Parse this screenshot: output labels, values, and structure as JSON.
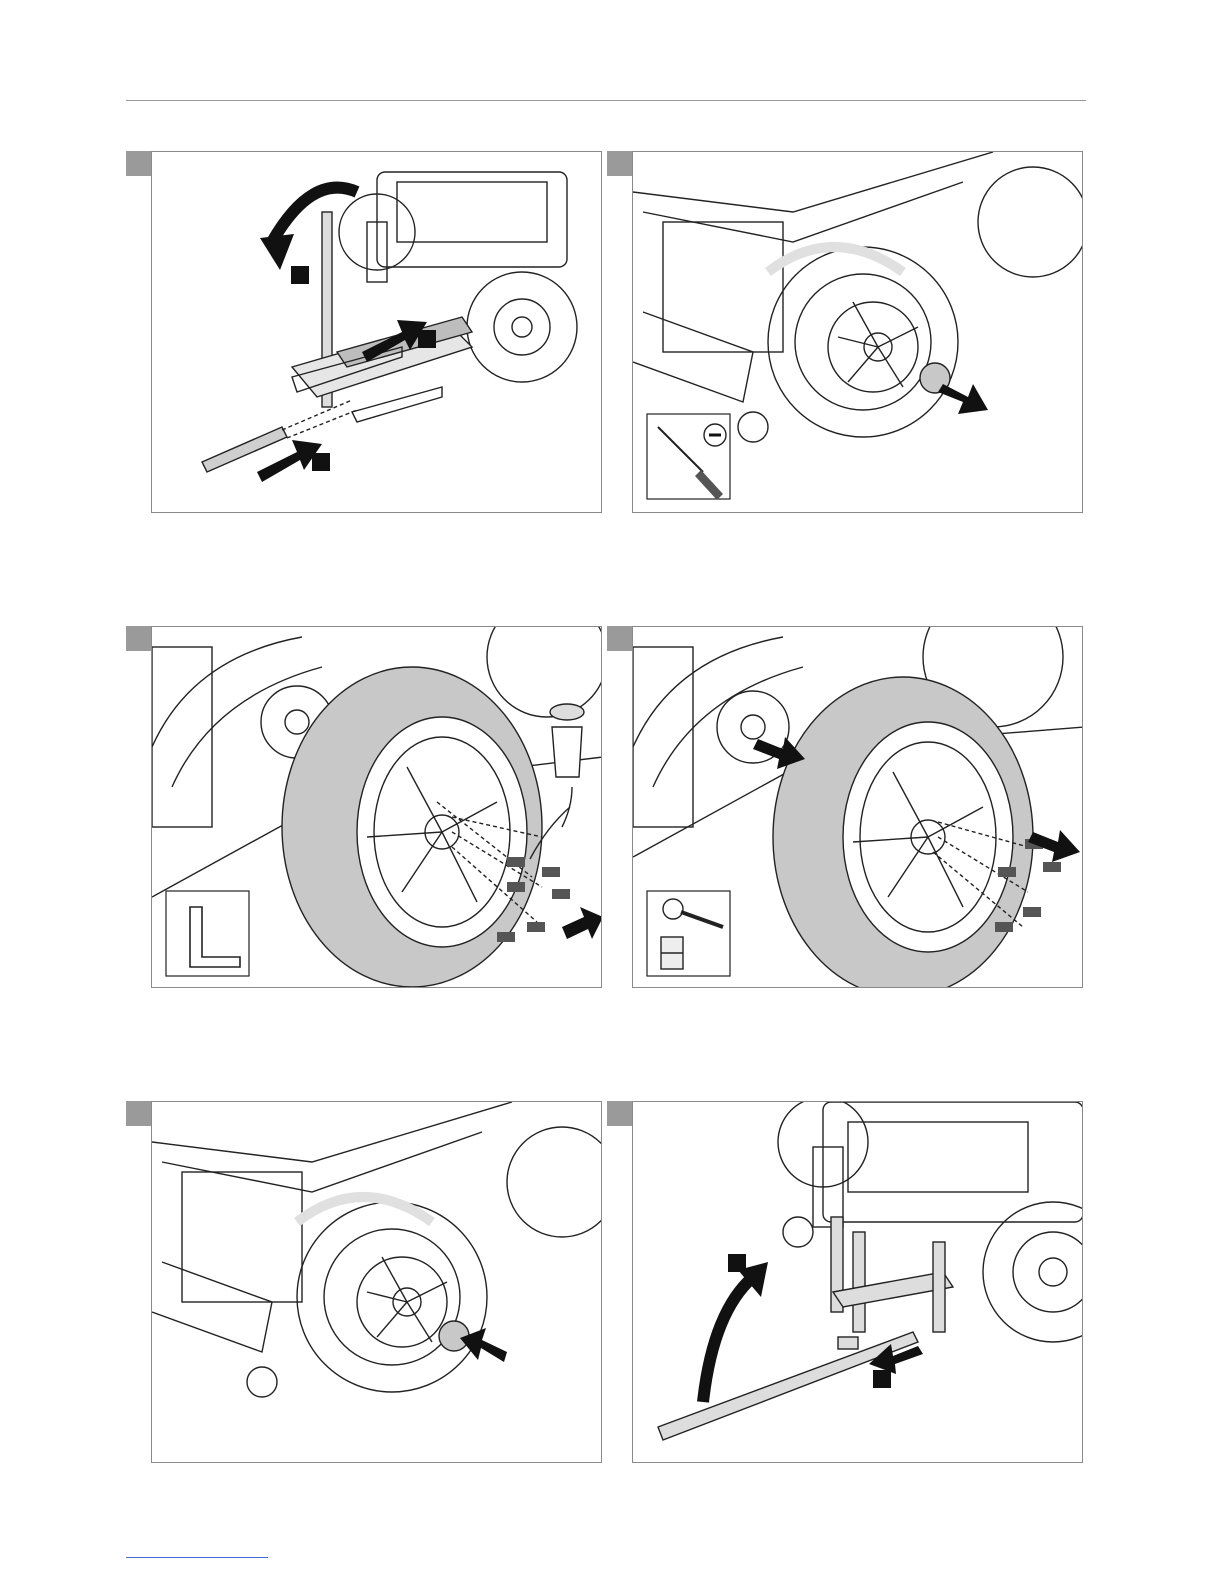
{
  "document": {
    "figures": [
      {
        "id": "fig-1",
        "step_markers": 3
      },
      {
        "id": "fig-2",
        "step_markers": 0,
        "tool": "flat-screwdriver-icon"
      },
      {
        "id": "fig-3",
        "step_markers": 0,
        "tool": "hex-key-icon"
      },
      {
        "id": "fig-4",
        "step_markers": 0,
        "tool": "torque-wrench-icon"
      },
      {
        "id": "fig-5",
        "step_markers": 0
      },
      {
        "id": "fig-6",
        "step_markers": 2
      }
    ],
    "colors": {
      "rule": "#9a9a9a",
      "frame": "#8a8a8a",
      "tab": "#9a9a9a",
      "tire_gray": "#c8c8c8",
      "footer_rule": "#3f6fd6"
    }
  }
}
